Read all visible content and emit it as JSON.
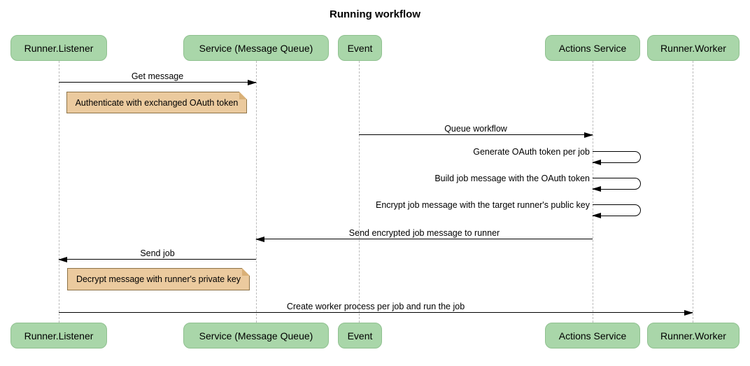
{
  "title": "Running workflow",
  "colors": {
    "actor_fill": "#a9d6a9",
    "actor_border": "#8fc08f",
    "note_fill": "#ebca9e",
    "note_border": "#8d7347",
    "lifeline": "#bbbbbb",
    "arrow": "#000000",
    "background": "#ffffff"
  },
  "actors": [
    {
      "label": "Runner.Listener"
    },
    {
      "label": "Service (Message Queue)"
    },
    {
      "label": "Event"
    },
    {
      "label": "Actions Service"
    },
    {
      "label": "Runner.Worker"
    }
  ],
  "messages": [
    {
      "label": "Get message",
      "from": "Runner.Listener",
      "to": "Service (Message Queue)",
      "type": "solid-arrow"
    },
    {
      "label": "Queue workflow",
      "from": "Event",
      "to": "Actions Service",
      "type": "solid-arrow"
    },
    {
      "label": "Generate OAuth token per job",
      "from": "Actions Service",
      "to": "Actions Service",
      "type": "self-arrow"
    },
    {
      "label": "Build job message with the OAuth token",
      "from": "Actions Service",
      "to": "Actions Service",
      "type": "self-arrow"
    },
    {
      "label": "Encrypt job message with the target runner's public key",
      "from": "Actions Service",
      "to": "Actions Service",
      "type": "self-arrow"
    },
    {
      "label": "Send encrypted job message to runner",
      "from": "Actions Service",
      "to": "Service (Message Queue)",
      "type": "solid-arrow"
    },
    {
      "label": "Send job",
      "from": "Service (Message Queue)",
      "to": "Runner.Listener",
      "type": "solid-arrow"
    },
    {
      "label": "Create worker process per job and run the job",
      "from": "Runner.Listener",
      "to": "Runner.Worker",
      "type": "solid-arrow"
    }
  ],
  "notes": [
    {
      "text": "Authenticate with exchanged OAuth token"
    },
    {
      "text": "Decrypt message with runner's private key"
    }
  ]
}
